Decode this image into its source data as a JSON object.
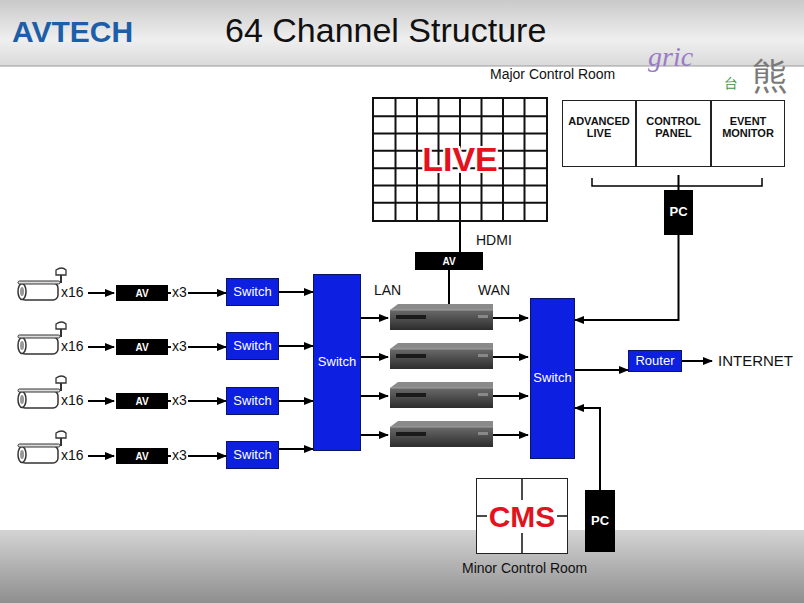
{
  "diagram": {
    "title": "64 Channel Structure",
    "nodes": [
      {
        "text": [
          "LIVE"
        ]
      },
      {
        "text": [
          "CMS"
        ]
      },
      {
        "text": [
          "ADVANCED LIVE"
        ],
        "in": 1
      },
      {
        "text": [
          "CONTROL PANEL"
        ],
        "in": 1
      },
      {
        "text": [
          "EVENT MONITOR"
        ],
        "in": 1
      },
      {
        "text": [
          "PC"
        ]
      },
      {
        "text": [
          "AV"
        ]
      },
      {
        "text": [
          "AV"
        ]
      },
      {
        "text": [
          "Switch"
        ]
      },
      {
        "text": [
          "AV"
        ]
      },
      {
        "text": [
          "Switch"
        ]
      },
      {
        "text": [
          "AV"
        ]
      },
      {
        "text": [
          "Switch"
        ]
      },
      {
        "text": [
          "AV"
        ]
      },
      {
        "text": [
          "Switch"
        ]
      },
      {
        "text": [
          "Switch"
        ]
      },
      {
        "text": [
          "Switch"
        ]
      },
      {
        "text": [
          "Router"
        ]
      },
      {
        "text": [
          "CMS"
        ]
      },
      {
        "text": [
          "PC"
        ]
      }
    ],
    "edges": [
      {
        "from": 7,
        "to": 8,
        "label": "x3",
        "arrow": "to"
      },
      {
        "from": 8,
        "to": 15,
        "arrow": "to"
      },
      {
        "from": 9,
        "to": 10,
        "label": "x3",
        "arrow": "to"
      },
      {
        "from": 10,
        "to": 15,
        "arrow": "to"
      },
      {
        "from": 11,
        "to": 12,
        "label": "x3",
        "arrow": "to"
      },
      {
        "from": 12,
        "to": 15,
        "arrow": "to"
      },
      {
        "from": 13,
        "to": 14,
        "label": "x3",
        "arrow": "to"
      },
      {
        "from": 14,
        "to": 15,
        "arrow": "to"
      },
      {
        "from": 16,
        "to": 17,
        "arrow": "to"
      },
      {
        "from": 5,
        "to": 16,
        "arrow": "to"
      },
      {
        "from": 19,
        "to": 16,
        "arrow": "to"
      },
      {
        "from": 6,
        "to": 0,
        "arrow": "none"
      },
      {
        "from": 1,
        "to": 5,
        "arrow": "none"
      }
    ],
    "labels": [
      "AVTECH",
      "gric",
      "台",
      "熊",
      "Major Control Room",
      "HDMI",
      "x16",
      "x16",
      "x16",
      "x16",
      "LAN",
      "WAN",
      "INTERNET",
      "Minor Control Room"
    ]
  }
}
